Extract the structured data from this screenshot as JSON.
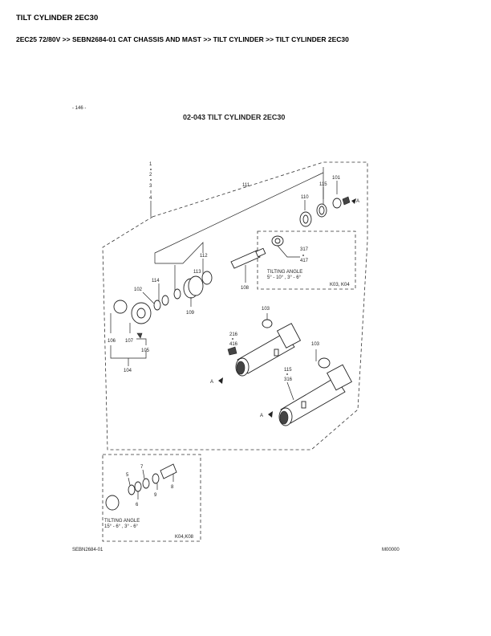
{
  "header": {
    "title": "TILT CYLINDER 2EC30",
    "path": "2EC25 72/80V >> SEBN2684-01 CAT CHASSIS AND MAST >> TILT CYLINDER >> TILT CYLINDER 2EC30"
  },
  "sheet": {
    "page_number": "- 146 -",
    "title": "02-043 TILT CYLINDER 2EC30",
    "footer_left": "SEBN2684-01",
    "footer_right": "M00000"
  },
  "callouts": {
    "c1": "1",
    "c2": "2",
    "c3": "3",
    "c4": "4",
    "c111": "111",
    "c110": "110",
    "c115a": "115",
    "c101": "101",
    "cA1": "A",
    "c112": "112",
    "c113": "113",
    "c114": "114",
    "c102": "102",
    "c108": "108",
    "c109": "109",
    "c107": "107",
    "c106": "106",
    "c105": "105",
    "c104": "104",
    "c103a": "103",
    "c216": "216",
    "c416": "416",
    "cA2": "A",
    "c103b": "103",
    "c115b": "115",
    "c316": "316",
    "cA3": "A",
    "c317": "317",
    "c417": "417",
    "c5": "5",
    "c6": "6",
    "c7": "7",
    "c8": "8",
    "c9": "9"
  },
  "inset_right": {
    "label": "TILTING ANGLE",
    "angles": "5° - 10° , 3° - 6°",
    "codes": "K03, K04"
  },
  "inset_left": {
    "label": "TILTING ANGLE",
    "angles": "15° - 6° , 3° - 6°",
    "codes": "K04,K08"
  }
}
